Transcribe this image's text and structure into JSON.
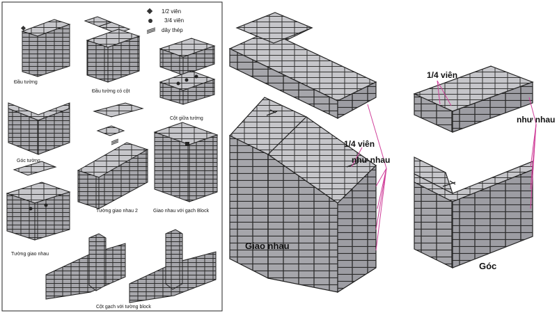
{
  "left_panel": {
    "legend": {
      "half_brick": "1/2 viên",
      "three_quarter_brick": "3/4 viên",
      "steel_wire": "dây thép"
    },
    "captions": {
      "wall_end": "Đầu tường",
      "wall_end_with_column": "Đầu tường có cột",
      "corner": "Góc tường",
      "mid_column": "Cột giữa tường",
      "junction": "Tường giao nhau",
      "junction_2": "Tường giao nhau 2",
      "junction_block": "Giao nhau với gạch Block",
      "brick_column_block_wall": "Cột gạch với tường block"
    }
  },
  "junction_figure": {
    "quarter_label": "1/4 viên",
    "same_label": "như nhau",
    "title": "Giao nhau"
  },
  "corner_figure": {
    "quarter_label": "1/4 viên",
    "same_label": "như nhau",
    "title": "Góc"
  },
  "colors": {
    "brick": "#a9a9ae",
    "brick_top": "#c9c9cd",
    "mortar": "#2a2a2a",
    "leader": "#d0409a"
  }
}
